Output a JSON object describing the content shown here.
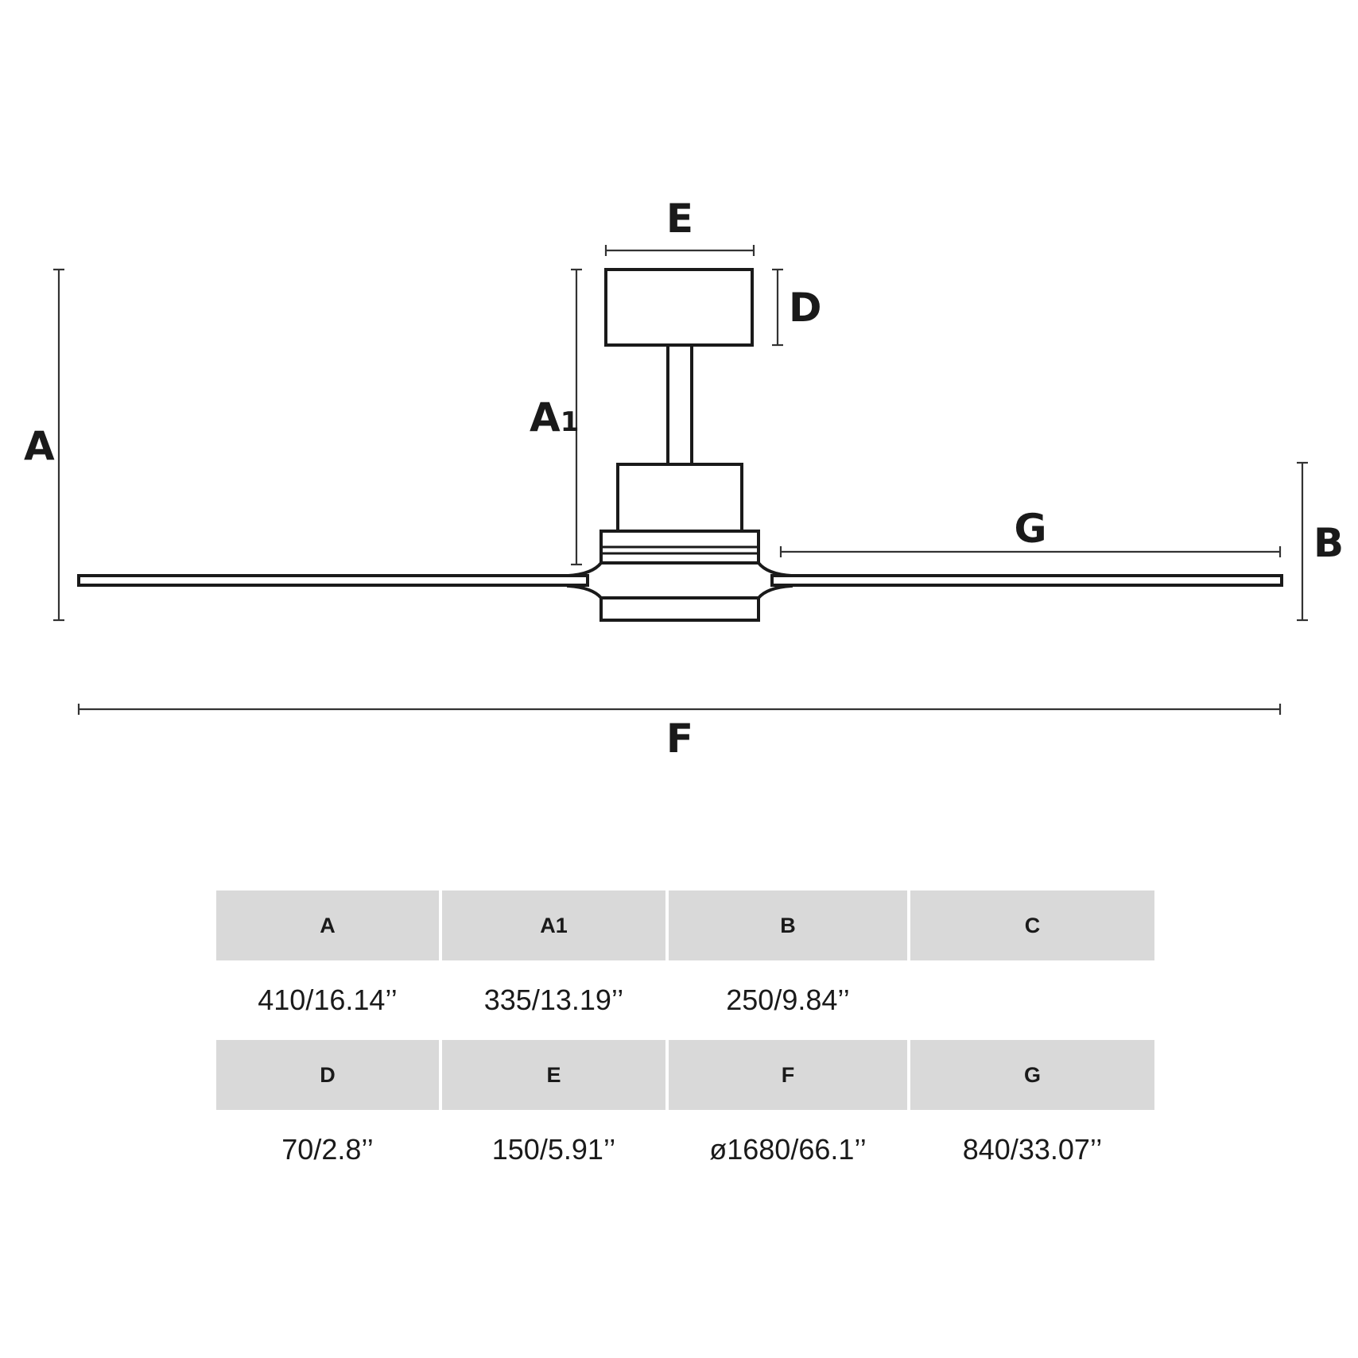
{
  "diagram": {
    "labels": {
      "a": "A",
      "a1_main": "A",
      "a1_sub": "1",
      "b": "B",
      "d": "D",
      "e": "E",
      "f": "F",
      "g": "G"
    }
  },
  "table": {
    "rows": [
      {
        "headers": [
          "A",
          "A1",
          "B",
          "C"
        ],
        "values": [
          "410/16.14’’",
          "335/13.19’’",
          "250/9.84’’",
          ""
        ]
      },
      {
        "headers": [
          "D",
          "E",
          "F",
          "G"
        ],
        "values": [
          "70/2.8’’",
          "150/5.91’’",
          "ø1680/66.1’’",
          "840/33.07’’"
        ]
      }
    ]
  }
}
